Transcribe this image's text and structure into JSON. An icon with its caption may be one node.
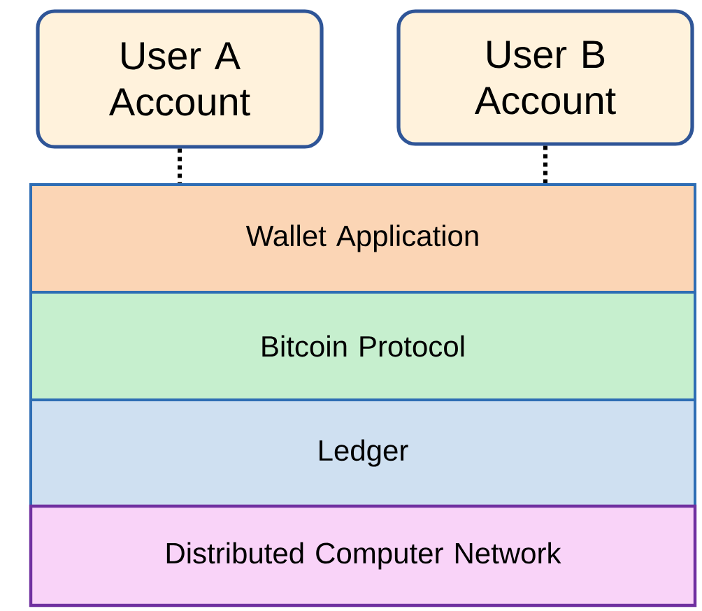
{
  "diagram": {
    "nodes": [
      {
        "text": [
          "User A Account"
        ]
      },
      {
        "text": [
          "User B Account"
        ]
      },
      {
        "text": [
          "Wallet Application"
        ]
      },
      {
        "text": [
          "Bitcoin Protocol"
        ]
      },
      {
        "text": [
          "Ledger"
        ]
      },
      {
        "text": [
          "Distributed Computer Network"
        ]
      }
    ],
    "edges": [
      {
        "from": 0,
        "to": 2,
        "arrow": "none",
        "style": "dashed"
      },
      {
        "from": 1,
        "to": 2,
        "arrow": "none",
        "style": "dashed"
      }
    ]
  }
}
